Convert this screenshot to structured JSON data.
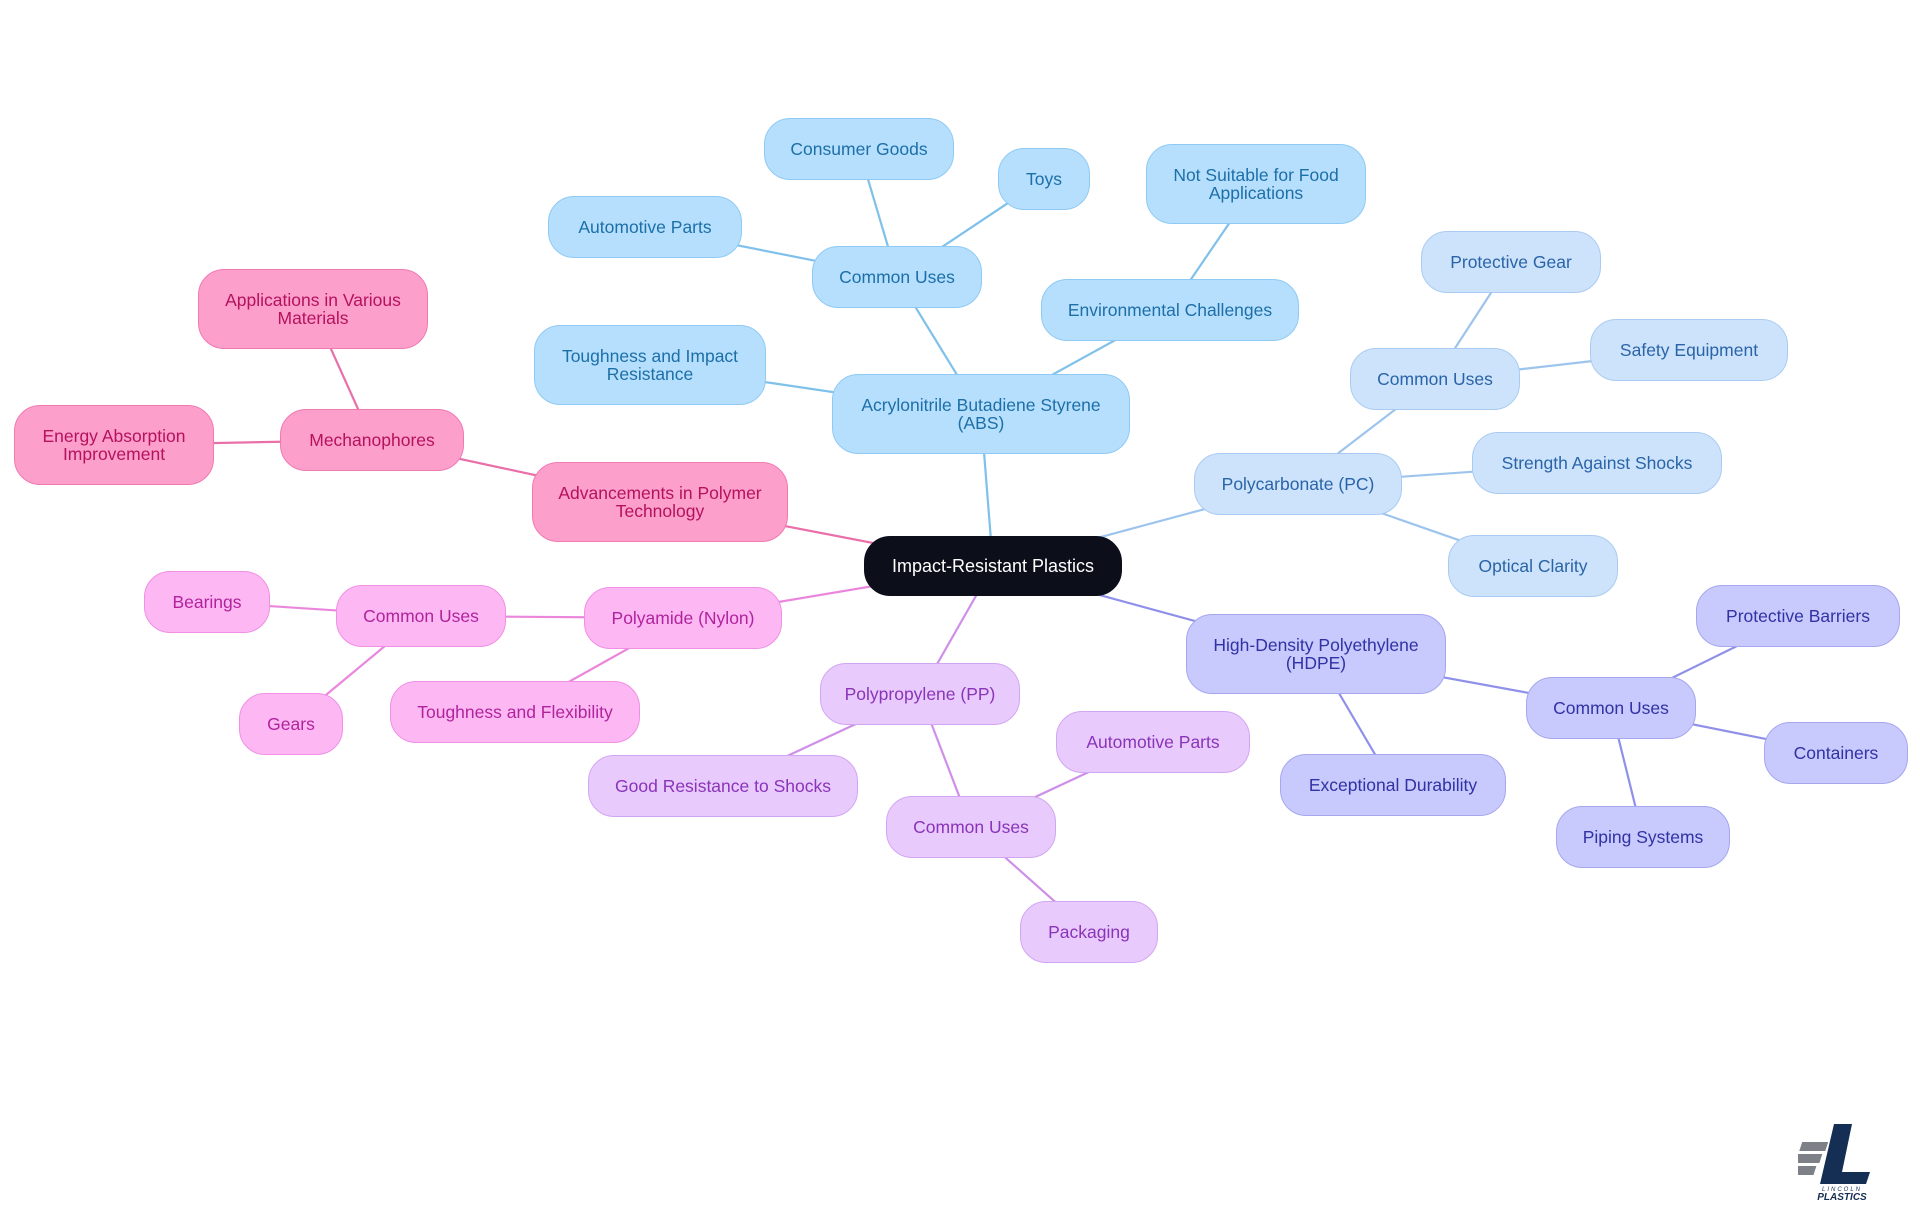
{
  "diagram": {
    "root": "Impact-Resistant Plastics",
    "abs": {
      "name": "Acrylonitrile Butadiene Styrene (ABS)",
      "common_uses": "Common Uses",
      "uses": [
        "Consumer Goods",
        "Toys",
        "Automotive Parts"
      ],
      "toughness": "Toughness and Impact Resistance",
      "environmental": "Environmental Challenges",
      "not_food": "Not Suitable for Food Applications"
    },
    "pc": {
      "name": "Polycarbonate (PC)",
      "common_uses": "Common Uses",
      "uses": [
        "Protective Gear",
        "Safety Equipment"
      ],
      "strength": "Strength Against Shocks",
      "clarity": "Optical Clarity"
    },
    "hdpe": {
      "name": "High-Density Polyethylene (HDPE)",
      "common_uses": "Common Uses",
      "uses": [
        "Protective Barriers",
        "Containers",
        "Piping Systems"
      ],
      "durability": "Exceptional Durability"
    },
    "pp": {
      "name": "Polypropylene (PP)",
      "shock": "Good Resistance to Shocks",
      "common_uses": "Common Uses",
      "uses": [
        "Automotive Parts",
        "Packaging"
      ]
    },
    "pa": {
      "name": "Polyamide (Nylon)",
      "common_uses": "Common Uses",
      "uses": [
        "Bearings",
        "Gears"
      ],
      "toughness": "Toughness and Flexibility"
    },
    "adv": {
      "name": "Advancements in Polymer Technology",
      "mechanophores": "Mechanophores",
      "applications": "Applications in Various Materials",
      "energy": "Energy Absorption Improvement"
    }
  },
  "logo": {
    "line1": "LINCOLN",
    "line2": "PLASTICS"
  },
  "colors": {
    "abs": "#7fc1ea",
    "pc": "#9dc4ec",
    "hdpe": "#8e90ea",
    "pp": "#cf8fe8",
    "pa": "#ea86dc",
    "adv": "#ea6fa8"
  }
}
